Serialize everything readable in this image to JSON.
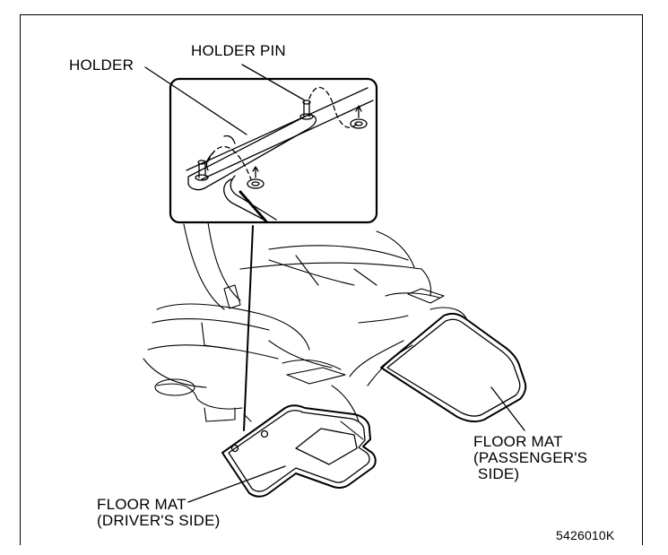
{
  "labels": {
    "holder": "HOLDER",
    "holder_pin": "HOLDER PIN",
    "mat_passenger_l1": "FLOOR MAT",
    "mat_passenger_l2": "(PASSENGER'S",
    "mat_passenger_l3": " SIDE)",
    "mat_driver_l1": "FLOOR MAT",
    "mat_driver_l2": "(DRIVER'S SIDE)",
    "figure_code": "5426010K"
  }
}
